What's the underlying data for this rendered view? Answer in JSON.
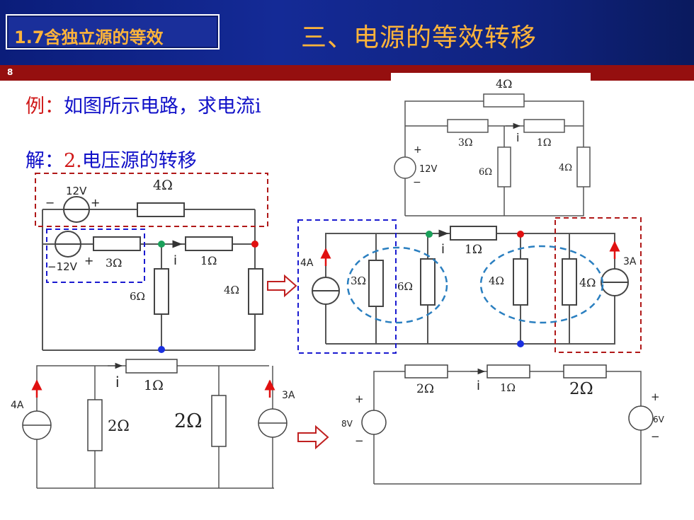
{
  "header": {
    "section_tag": "1.7含独立源的等效",
    "title": "三、电源的等效转移",
    "slide_number": "8"
  },
  "content": {
    "example_prefix": "例：",
    "example_text": "如图所示电路，求电流i",
    "solution_prefix": "解：",
    "solution_step": "2.",
    "solution_text": "电压源的转移"
  },
  "circuit_top_right": {
    "labels": [
      "4Ω",
      "3Ω",
      "i",
      "1Ω",
      "+",
      "12V",
      "−",
      "6Ω",
      "4Ω"
    ]
  },
  "circuit_left": {
    "labels": [
      "12V",
      "4Ω",
      "−",
      "+",
      "−12V",
      "+",
      "3Ω",
      "i",
      "1Ω",
      "6Ω",
      "4Ω"
    ]
  },
  "circuit_middle": {
    "labels": [
      "4A",
      "3Ω",
      "6Ω",
      "i",
      "1Ω",
      "4Ω",
      "4Ω",
      "3A"
    ]
  },
  "circuit_bottom_left": {
    "labels": [
      "i",
      "1Ω",
      "4A",
      "2Ω",
      "2Ω",
      "3A"
    ]
  },
  "circuit_bottom_right": {
    "labels": [
      "2Ω",
      "i",
      "1Ω",
      "2Ω",
      "+",
      "8V",
      "−",
      "+",
      "6V",
      "−"
    ]
  },
  "colors": {
    "header_blue": "#142a96",
    "tag_text": "#ffb43a",
    "title_text": "#ffb43a",
    "red_bar": "#950f0f",
    "problem_text": "#1010c8",
    "highlight_red": "#d01818",
    "dashed_red": "#b01818",
    "dashed_blue": "#1a1ad0",
    "ellipse_blue": "#2a7fc0",
    "node_green": "#1aa05a",
    "node_red": "#e01010",
    "node_blue": "#1a30e0",
    "arrow_outline": "#c02020"
  }
}
